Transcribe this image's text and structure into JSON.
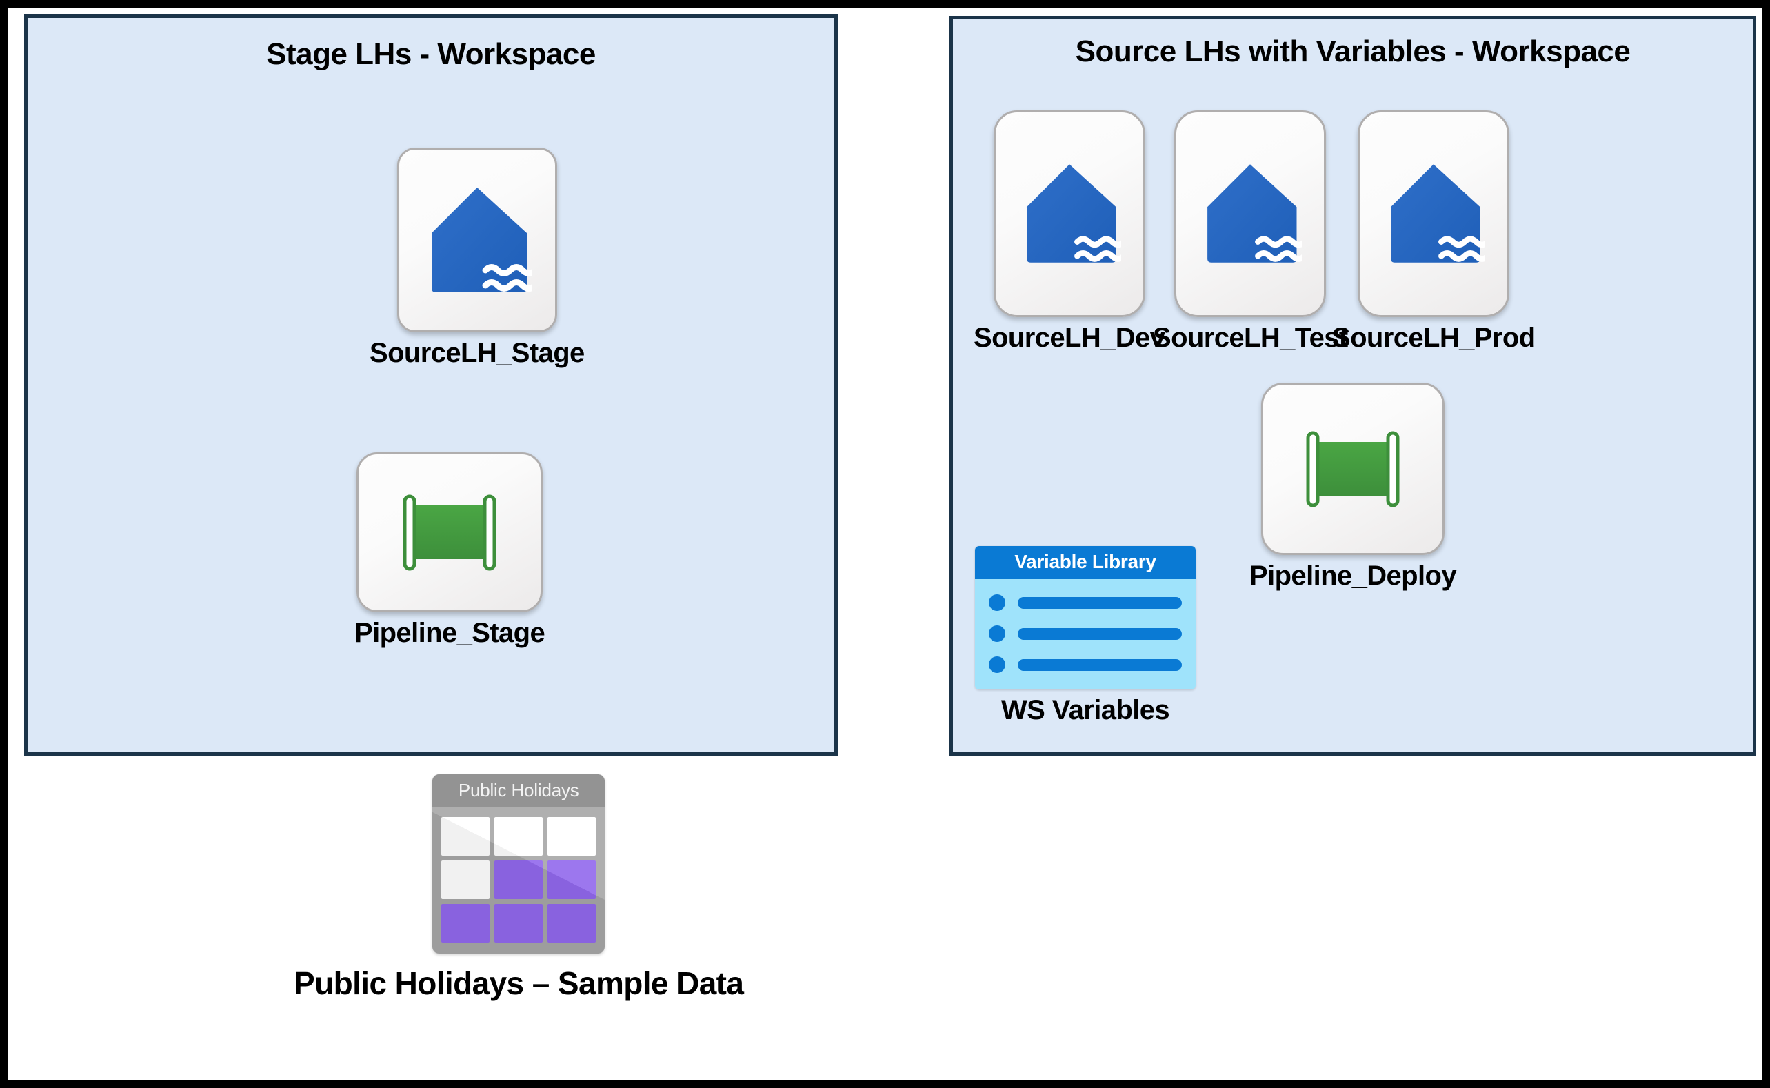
{
  "page": {
    "background": "#ffffff",
    "outer_border_color": "#000000",
    "accent_blue": "#2668c5",
    "accent_green": "#429b3f",
    "accent_purple": "#9168ec",
    "workspace_fill": "#dce8f7",
    "workspace_border": "#1b3449"
  },
  "workspaces": [
    {
      "id": "stage",
      "title": "Stage LHs - Workspace",
      "items": [
        {
          "label": "SourceLH_Stage",
          "icon": "lakehouse-icon"
        },
        {
          "label": "Pipeline_Stage",
          "icon": "pipeline-icon"
        }
      ]
    },
    {
      "id": "source",
      "title": "Source LHs with Variables - Workspace",
      "items": [
        {
          "label": "SourceLH_Dev",
          "icon": "lakehouse-icon"
        },
        {
          "label": "SourceLH_Test",
          "icon": "lakehouse-icon"
        },
        {
          "label": "SourceLH_Prod",
          "icon": "lakehouse-icon"
        },
        {
          "label": "Pipeline_Deploy",
          "icon": "pipeline-icon"
        },
        {
          "label": "WS Variables",
          "icon": "variable-library-icon"
        }
      ]
    }
  ],
  "variable_library": {
    "header": "Variable Library",
    "caption": "WS Variables",
    "row_count": 3
  },
  "sample_data": {
    "card_title": "Public Holidays",
    "caption": "Public Holidays – Sample Data",
    "grid": [
      [
        "white",
        "white",
        "white"
      ],
      [
        "white",
        "purple",
        "purple"
      ],
      [
        "purple",
        "purple",
        "purple"
      ]
    ]
  }
}
